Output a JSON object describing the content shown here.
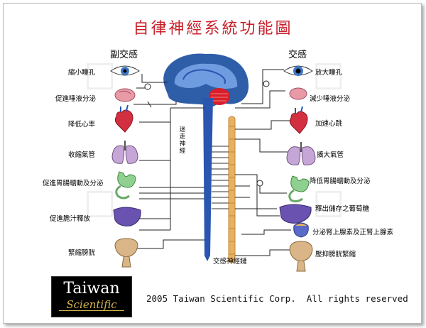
{
  "title": "自律神經系統功能圖",
  "left_header": "副交感",
  "right_header": "交感",
  "vagus_label": "迷走神經",
  "spinal_label": "交感神經鏈",
  "left_labels": [
    "縮小瞳孔",
    "促進唾液分泌",
    "降低心率",
    "收縮氣管",
    "促進胃腸蠕動及分泌",
    "促進膽汁釋放",
    "緊縮膀胱"
  ],
  "right_labels": [
    "放大瞳孔",
    "減少唾液分泌",
    "加速心跳",
    "擴大氣管",
    "降低胃腸蠕動及分泌",
    "釋出儲存之葡萄糖",
    "分泌腎上腺素及正腎上腺素",
    "壓抑膀胱緊縮"
  ],
  "logo_line1": "Taiwan",
  "logo_line2": "Scientific",
  "copyright": "2005 Taiwan Scientific Corp.  All rights reserved",
  "colors": {
    "title": "#c8202a",
    "nerve": "#2a55b0",
    "chain": "#e8b060"
  }
}
